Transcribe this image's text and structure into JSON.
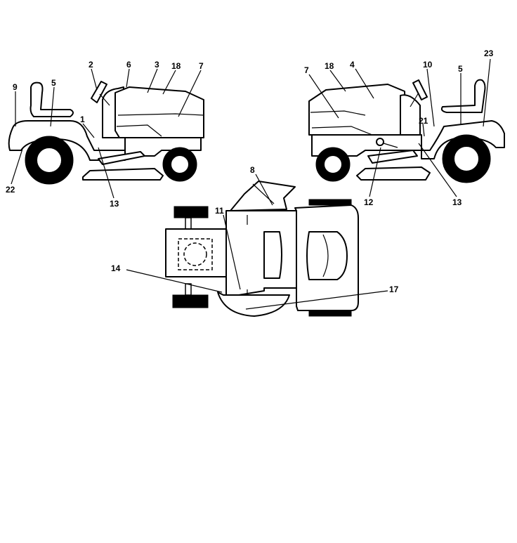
{
  "diagram": {
    "type": "parts-decal-diagram",
    "colors": {
      "line": "#000000",
      "background": "#ffffff"
    },
    "views": [
      {
        "id": "left-side",
        "callouts": [
          "9",
          "5",
          "2",
          "6",
          "3",
          "18",
          "7",
          "1",
          "22",
          "13"
        ]
      },
      {
        "id": "right-side",
        "callouts": [
          "7",
          "18",
          "4",
          "10",
          "5",
          "23",
          "21",
          "12",
          "13"
        ]
      },
      {
        "id": "top",
        "callouts": [
          "11",
          "8",
          "14",
          "17"
        ]
      }
    ],
    "labels": {
      "l9": "9",
      "l5a": "5",
      "l2": "2",
      "l6": "6",
      "l3": "3",
      "l18a": "18",
      "l7a": "7",
      "l1": "1",
      "l22": "22",
      "l13a": "13",
      "l7b": "7",
      "l18b": "18",
      "l4": "4",
      "l10": "10",
      "l5b": "5",
      "l23": "23",
      "l21": "21",
      "l12": "12",
      "l13b": "13",
      "l11": "11",
      "l8": "8",
      "l14": "14",
      "l17": "17"
    }
  }
}
